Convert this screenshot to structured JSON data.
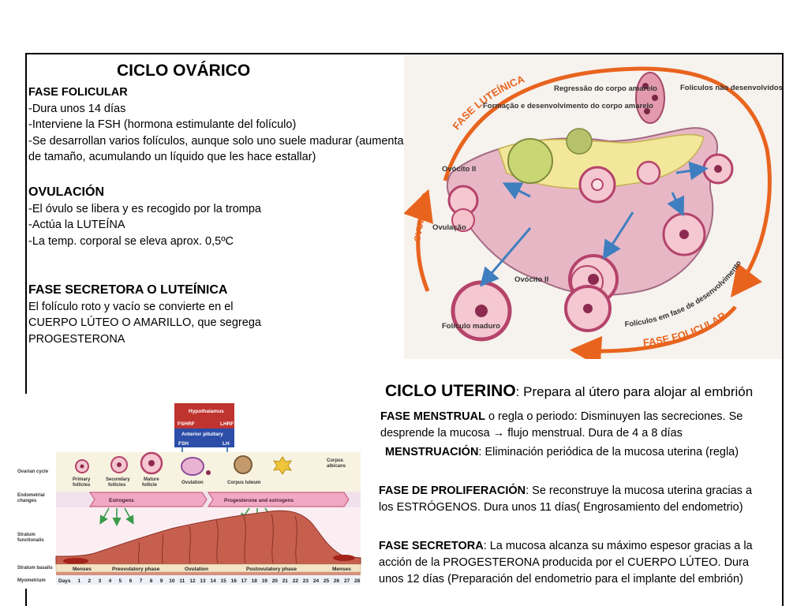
{
  "ovarian": {
    "title": "CICLO OVÁRICO",
    "follicular": {
      "heading": "FASE FOLICULAR",
      "lines": [
        "-Dura unos 14 días",
        "-Interviene la FSH (hormona estimulante del folículo)",
        "-Se desarrollan varios folículos, aunque solo uno suele madurar (aumentan",
        "de tamaño, acumulando un líquido que les hace estallar)"
      ]
    },
    "ovulation": {
      "heading": "OVULACIÓN",
      "lines": [
        "-El óvulo se libera y es recogido por la trompa",
        "-Actúa la LUTEÍNA",
        "-La temp. corporal se eleva aprox. 0,5ºC"
      ]
    },
    "secretory": {
      "heading": "FASE SECRETORA O LUTEÍNICA",
      "lines": [
        "El folículo roto y vacío se convierte en el",
        "CUERPO LÚTEO O AMARILLO, que segrega",
        "PROGESTERONA"
      ]
    }
  },
  "ovary_figure": {
    "labels": {
      "luteinica": "FASE LUTEÍNICA",
      "folicular": "FASE FOLICULAR",
      "ovulacao_arc": "OVULAÇÃO",
      "regressao": "Regressão do corpo amarelo",
      "formacao": "Formação e desenvolvimento do corpo amarelo",
      "nao_desenv": "Folículos não desenvolvidos",
      "ovocito_top": "Ovócito II",
      "ovocito_bottom": "Ovócito II",
      "ovulacao": "Ovulação",
      "maduro": "Folículo maduro",
      "em_fase": "Folículos em fase de desenvolvimento"
    }
  },
  "uterine": {
    "title_bold": "CICLO UTERINO",
    "title_rest": ": Prepara al útero para alojar al embrión",
    "menstrual": {
      "bold": "FASE MENSTRUAL",
      "l1": " o regla o periodo: Disminuyen las secreciones. Se",
      "l2": "desprende la mucosa → flujo menstrual.  Dura de 4 a 8 días"
    },
    "menstruation": {
      "bold": "MENSTRUACIÓN",
      "text": ": Eliminación periódica de la mucosa uterina (regla)"
    },
    "proliferation": {
      "bold": "FASE DE PROLIFERACIÓN",
      "l1": ": Se reconstruye la mucosa uterina gracias a",
      "l2": "los ESTRÓGENOS. Dura unos 11 días( Engrosamiento del endometrio)"
    },
    "secretory": {
      "bold": "FASE SECRETORA",
      "l1": ": La mucosa alcanza su máximo espesor gracias a la",
      "l2": "acción de la PROGESTERONA producida por el CUERPO LÚTEO. Dura",
      "l3": "unos 12 días (Preparación del endometrio para el implante del embrión)"
    }
  },
  "cycle_figure": {
    "hypothalamus": "Hypothalamus",
    "fshrf": "FSHRF",
    "lhrf": "LHRF",
    "anterior": "Anterior pituitary",
    "fsh": "FSH",
    "lh": "LH",
    "row_labels": {
      "ovarian": "Ovarian cycle",
      "endometrial1": "Endometrial",
      "endometrial2": "changes",
      "stratum_f1": "Stratum",
      "stratum_f2": "functionalis",
      "stratum_b": "Stratum basalis",
      "myometrium": "Myometrium"
    },
    "stages": {
      "primary1": "Primary",
      "primary2": "follicles",
      "secondary1": "Secondary",
      "secondary2": "follicles",
      "mature1": "Mature",
      "mature2": "follicle",
      "ovulation": "Ovulation",
      "corpus_luteum": "Corpus luteum",
      "corpus_albicans1": "Corpus",
      "corpus_albicans2": "albicans"
    },
    "estrogens": "Estrogens",
    "prog_estro": "Progesterone and estrogens",
    "phases": {
      "menses1": "Menses",
      "preovulatory": "Preovulatory phase",
      "ovulation": "Ovulation",
      "postovulatory": "Postovulatory phase",
      "menses2": "Menses"
    },
    "days_label": "Days",
    "days": [
      "1",
      "2",
      "3",
      "4",
      "5",
      "6",
      "7",
      "8",
      "9",
      "10",
      "11",
      "12",
      "13",
      "14",
      "15",
      "16",
      "17",
      "18",
      "19",
      "20",
      "21",
      "22",
      "23",
      "24",
      "25",
      "26",
      "27",
      "28"
    ]
  }
}
